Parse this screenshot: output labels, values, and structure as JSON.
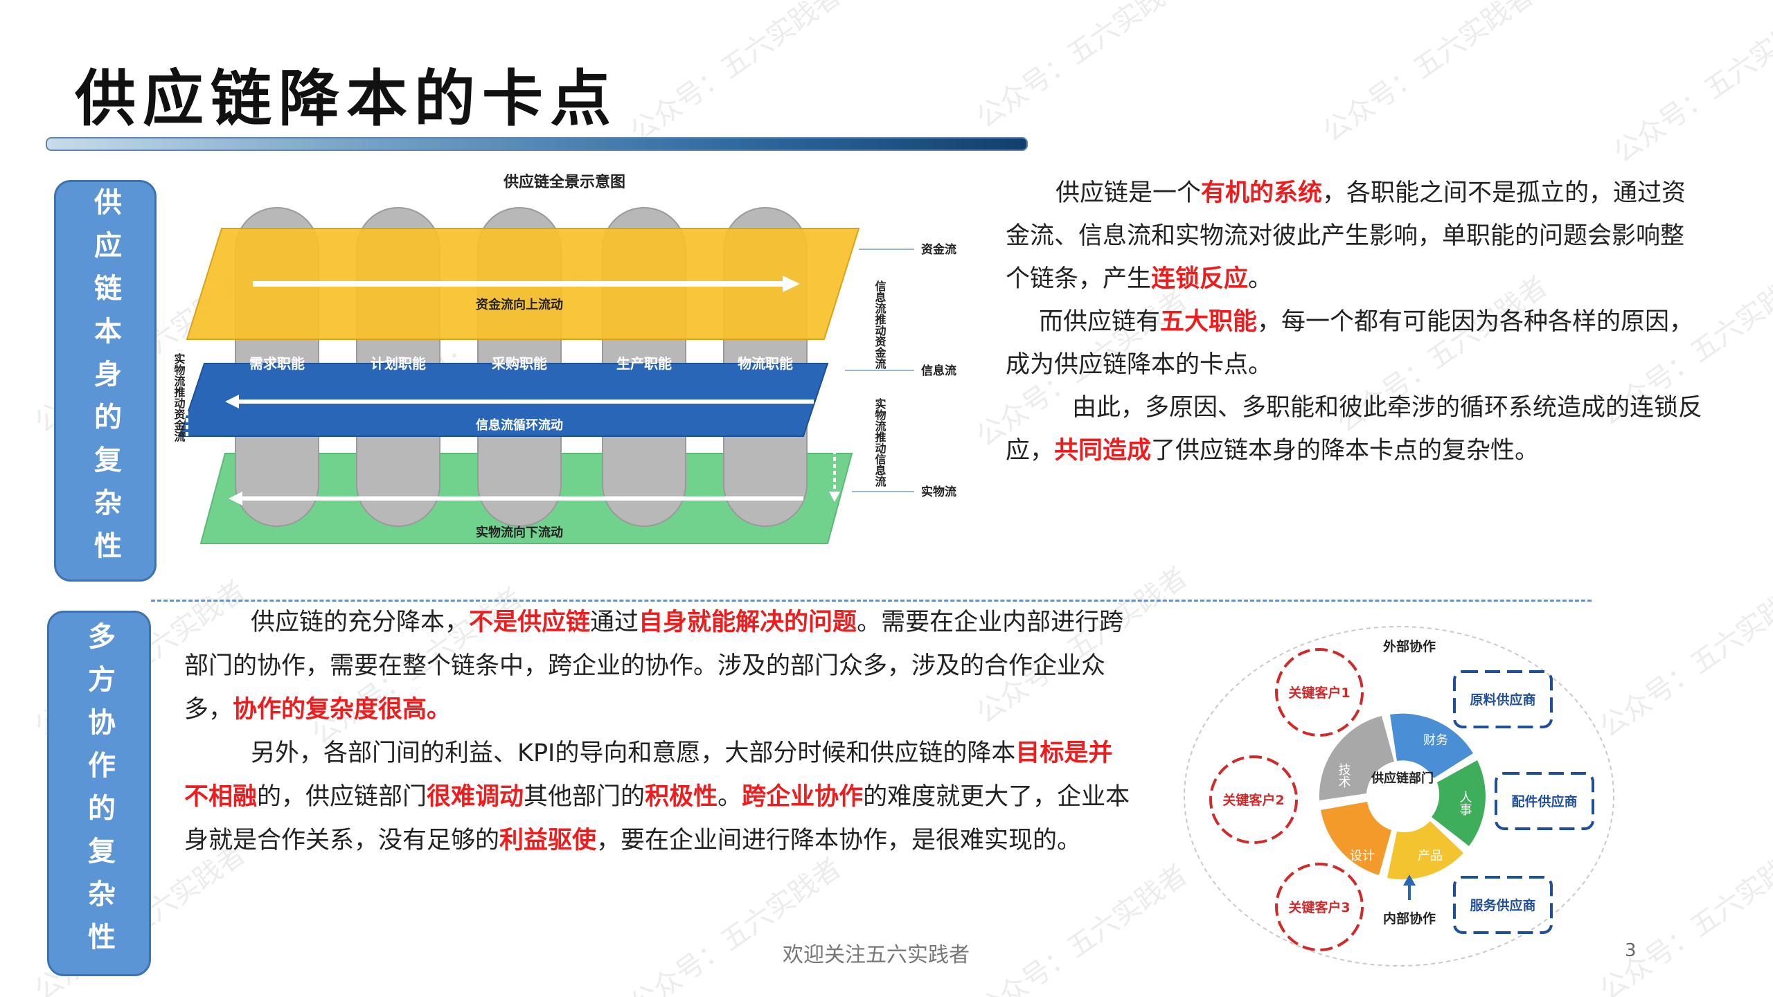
{
  "slide": {
    "title": "供应链降本的卡点",
    "page_number": "3",
    "footer": "欢迎关注五六实践者"
  },
  "section1": {
    "label": "供应链本身的复杂性",
    "paragraph1": [
      {
        "text": "供应链是一个",
        "hl": false
      },
      {
        "text": "有机的系统",
        "hl": true
      },
      {
        "text": "，各职能之间不是孤立的，通过资金流、信息流和实物流对彼此产生影响，单职能的问题会影响整个链条，产生",
        "hl": false
      },
      {
        "text": "连锁反应",
        "hl": true
      },
      {
        "text": "。",
        "hl": false
      }
    ],
    "paragraph2": [
      {
        "text": "而供应链有",
        "hl": false
      },
      {
        "text": "五大职能",
        "hl": true
      },
      {
        "text": "，每一个都有可能因为各种各样的原因，成为供应链降本的卡点。",
        "hl": false
      }
    ],
    "paragraph3": [
      {
        "text": "由此，多原因、多职能和彼此牵涉的循环系统造成的连锁反应，",
        "hl": false
      },
      {
        "text": "共同造成",
        "hl": true
      },
      {
        "text": "了供应链本身的降本卡点的复杂性。",
        "hl": false
      }
    ]
  },
  "diagram1": {
    "title": "供应链全景示意图",
    "top_layer": "资金流向上流动",
    "middle_layer": "信息流循环流动",
    "bottom_layer": "实物流向下流动",
    "functions": [
      "需求职能",
      "计划职能",
      "采购职能",
      "生产职能",
      "物流职能"
    ],
    "right_labels": [
      "资金流",
      "信息流",
      "实物流"
    ],
    "right_side_text_top": "信息流推动资金流",
    "right_side_text_bottom": "实物流推动信息流",
    "left_side_text": "实物流推动资金流",
    "colors": {
      "gold": "#f8c02a",
      "blue": "#2a66b8",
      "green": "#6fd08c",
      "gray": "#b5b5b5"
    }
  },
  "section2": {
    "label": "多方协作的复杂性",
    "paragraph1": [
      {
        "text": "供应链的充分降本，",
        "hl": false
      },
      {
        "text": "不是供应链",
        "hl": true
      },
      {
        "text": "通过",
        "hl": false
      },
      {
        "text": "自身就能解决的问题",
        "hl": true
      },
      {
        "text": "。需要在企业内部进行跨部门的协作，需要在整个链条中，跨企业的协作。涉及的部门众多，涉及的合作企业众多，",
        "hl": false
      },
      {
        "text": "协作的复杂度很高。",
        "hl": true
      }
    ],
    "paragraph2": [
      {
        "text": "另外，各部门间的利益、KPI的导向和意愿，大部分时候和供应链的降本",
        "hl": false
      },
      {
        "text": "目标是并不相融",
        "hl": true
      },
      {
        "text": "的，供应链部门",
        "hl": false
      },
      {
        "text": "很难调动",
        "hl": true
      },
      {
        "text": "其他部门的",
        "hl": false
      },
      {
        "text": "积极性",
        "hl": true
      },
      {
        "text": "。",
        "hl": false
      },
      {
        "text": "跨企业协作",
        "hl": true
      },
      {
        "text": "的难度就更大了，企业本身就是合作关系，没有足够的",
        "hl": false
      },
      {
        "text": "利益驱使",
        "hl": true
      },
      {
        "text": "，要在企业间进行降本协作，是很难实现的。",
        "hl": false
      }
    ]
  },
  "diagram2": {
    "center": "供应链部门",
    "segments": [
      "财务",
      "人事",
      "产品",
      "设计",
      "技术"
    ],
    "key_customers": [
      "关键客户1",
      "关键客户2",
      "关键客户3"
    ],
    "suppliers": [
      "原料供应商",
      "配件供应商",
      "服务供应商"
    ],
    "external": "外部协作",
    "internal": "内部协作",
    "colors": {
      "finance": "#4a8fd6",
      "hr": "#3fae5a",
      "product": "#f4c430",
      "design": "#f39a2a",
      "tech": "#a8a8a8",
      "customer": "#d02a2a",
      "supplier": "#1f4e9a"
    }
  },
  "watermark": "公众号：五六实践者"
}
